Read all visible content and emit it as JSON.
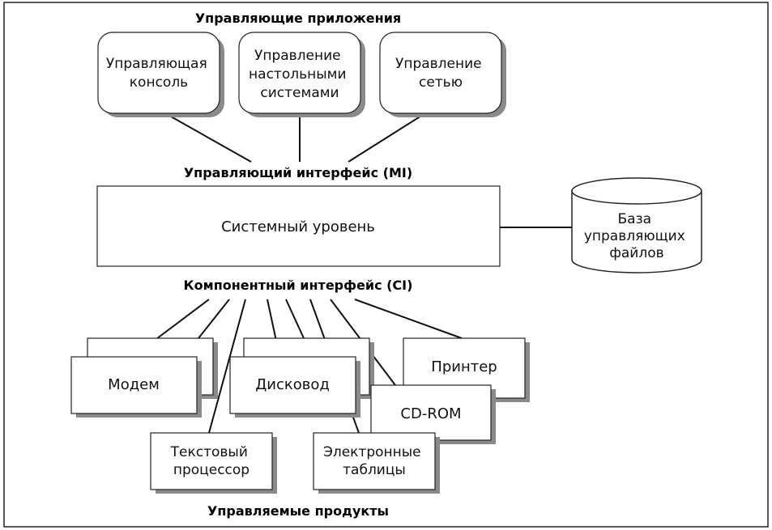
{
  "headings": {
    "top": "Управляющие приложения",
    "mi": "Управляющий интерфейс (MI)",
    "ci": "Компонентный интерфейс (CI)",
    "bottom": "Управляемые продукты"
  },
  "applications": {
    "console": [
      "Управляющая",
      "консоль"
    ],
    "desktop": [
      "Управление",
      "настольными",
      "системами"
    ],
    "network": [
      "Управление",
      "сетью"
    ]
  },
  "system_level": "Системный уровень",
  "database": [
    "База",
    "управляющих",
    "файлов"
  ],
  "products": {
    "modem": "Модем",
    "disk": "Дисковод",
    "printer": "Принтер",
    "cdrom": "CD-ROM",
    "word": [
      "Текстовый",
      "процессор"
    ],
    "sheets": [
      "Электронные",
      "таблицы"
    ]
  }
}
